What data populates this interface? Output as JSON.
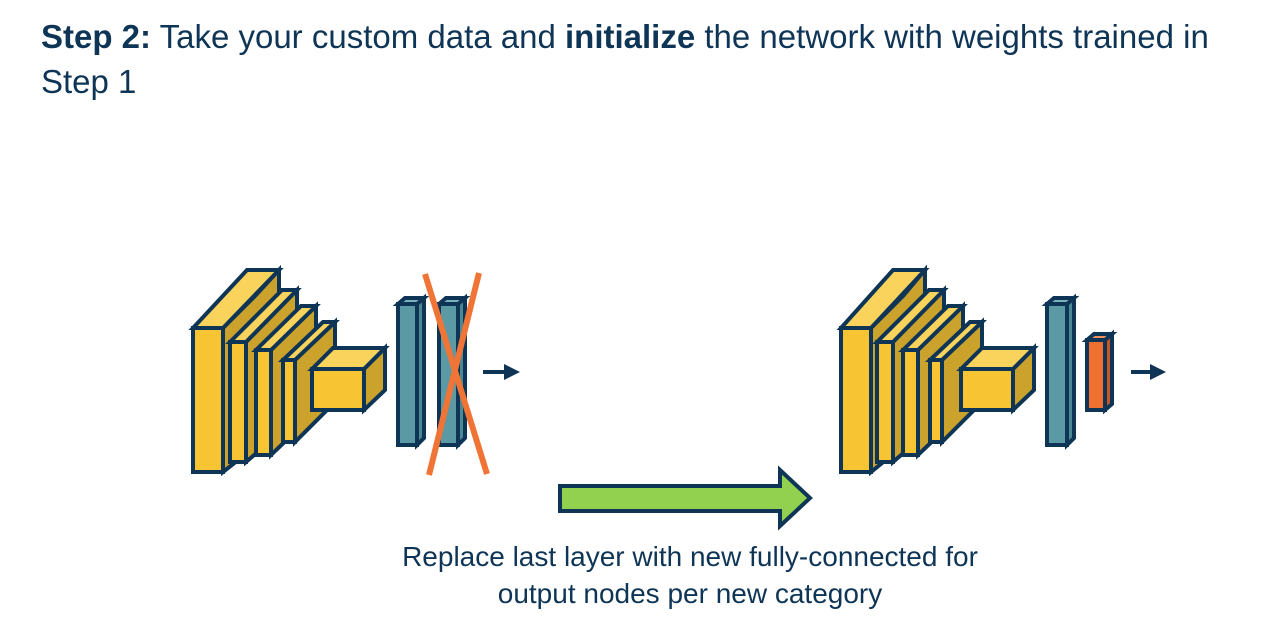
{
  "title": {
    "prefix_bold": "Step 2:",
    "text1": " Take your custom data and ",
    "bold2": "initialize",
    "text2": " the network with weights trained in Step 1"
  },
  "caption": {
    "line1": "Replace last layer with new fully-connected for",
    "line2": "output nodes per new category"
  },
  "colors": {
    "text": "#0f3556",
    "outline": "#0f3556",
    "conv_front": "#f7c433",
    "conv_side": "#cba22c",
    "conv_top": "#f9d35c",
    "fc": "#5b9aa5",
    "cross": "#ef7436",
    "new_layer": "#ef7030",
    "arrow": "#92d050"
  },
  "diagram": {
    "left_network": {
      "label": "original-network",
      "removed_layer": "last-fully-connected"
    },
    "right_network": {
      "label": "fine-tuned-network",
      "new_layer": "new-fully-connected"
    },
    "transition_arrow": "right-arrow"
  }
}
